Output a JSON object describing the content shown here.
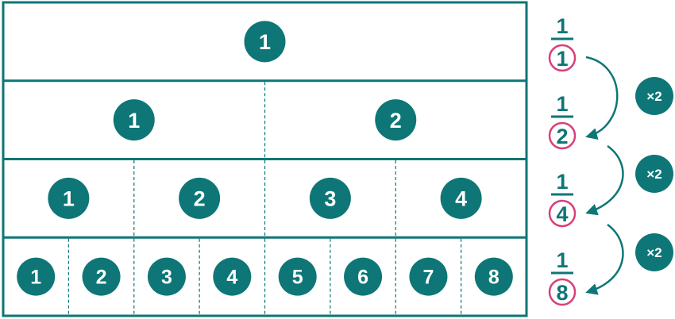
{
  "colors": {
    "teal": "#0e7676",
    "accent_ring": "#d6427a",
    "background": "#ffffff",
    "badge_text": "#ffffff"
  },
  "bars": [
    {
      "parts": 1,
      "labels": [
        "1"
      ]
    },
    {
      "parts": 2,
      "labels": [
        "1",
        "2"
      ]
    },
    {
      "parts": 4,
      "labels": [
        "1",
        "2",
        "3",
        "4"
      ]
    },
    {
      "parts": 8,
      "labels": [
        "1",
        "2",
        "3",
        "4",
        "5",
        "6",
        "7",
        "8"
      ]
    }
  ],
  "fractions": [
    {
      "numerator": "1",
      "denominator": "1"
    },
    {
      "numerator": "1",
      "denominator": "2"
    },
    {
      "numerator": "1",
      "denominator": "4"
    },
    {
      "numerator": "1",
      "denominator": "8"
    }
  ],
  "multipliers": [
    "×2",
    "×2",
    "×2"
  ],
  "icons": {
    "transition_arrow": "curved-arrow-icon"
  }
}
